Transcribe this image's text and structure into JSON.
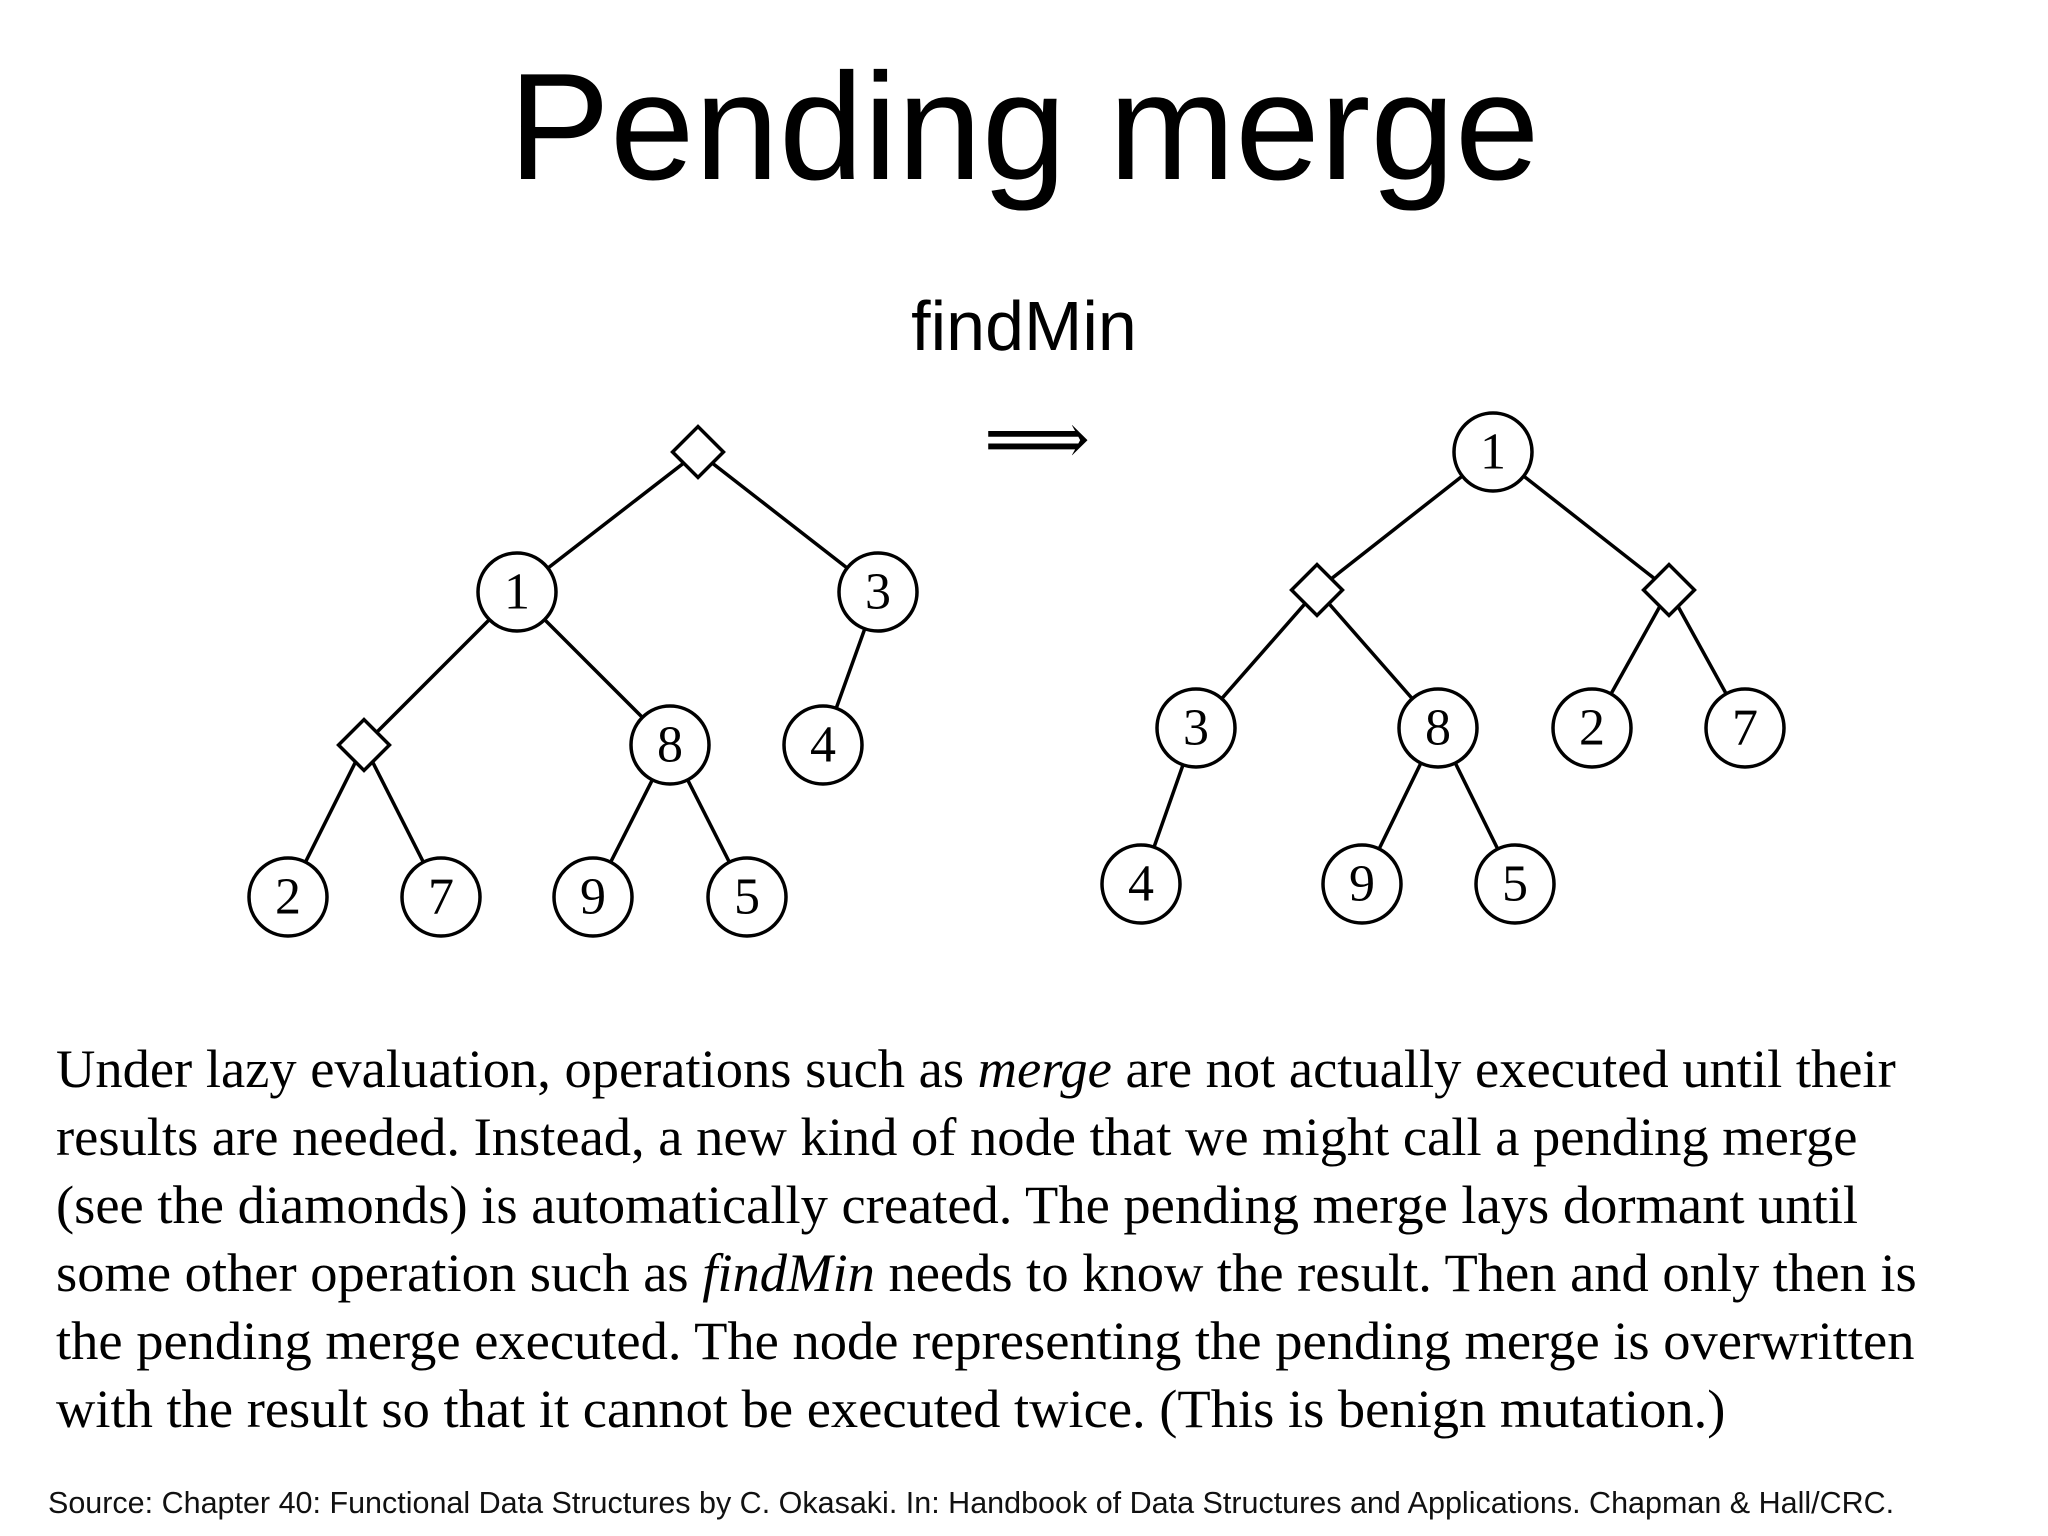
{
  "slide": {
    "title": "Pending merge",
    "operation_label": "findMin"
  },
  "diagram": {
    "arrow": "⟹",
    "before_tree": {
      "root": "pending",
      "nodes": [
        "1",
        "3",
        "8",
        "4",
        "2",
        "7",
        "9",
        "5"
      ]
    },
    "after_tree": {
      "root": "1",
      "nodes": [
        "1",
        "3",
        "8",
        "2",
        "7",
        "4",
        "9",
        "5"
      ]
    }
  },
  "body": {
    "lines": [
      [
        "Under lazy evaluation, operations such as ",
        "merge",
        " are not actually executed until their"
      ],
      [
        "results are needed. Instead, a new kind of node that we might call a pending merge"
      ],
      [
        "(see the diamonds) is automatically created. The pending merge lays dormant until"
      ],
      [
        "some other operation such as ",
        "findMin",
        " needs to know the result. Then and only then is"
      ],
      [
        "the pending merge executed. The node representing the pending merge is overwritten"
      ],
      [
        "with the result so that it cannot be executed twice. (This is benign mutation.)"
      ]
    ]
  },
  "source": "Source: Chapter 40: Functional Data Structures by C. Okasaki. In: Handbook of Data Structures and Applications. Chapman & Hall/CRC."
}
